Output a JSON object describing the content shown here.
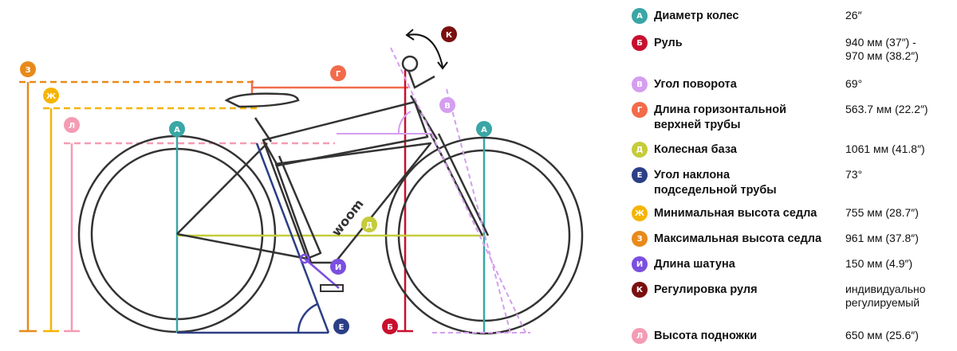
{
  "diagram": {
    "brand": "woom",
    "markers": {
      "A": "А",
      "B": "Б",
      "V": "В",
      "G": "Г",
      "D": "Д",
      "E": "Е",
      "ZH": "Ж",
      "Z": "З",
      "I": "И",
      "K": "К",
      "L": "Л"
    }
  },
  "specs": [
    {
      "letter": "А",
      "color": "#3aa6a6",
      "label": "Диаметр колес",
      "value": "26″"
    },
    {
      "letter": "Б",
      "color": "#c8102e",
      "label": "Руль",
      "value": "940 мм (37″) -\n970 мм (38.2″)"
    },
    {
      "letter": "В",
      "color": "#d59ef0",
      "label": "Угол поворота",
      "value": "69°"
    },
    {
      "letter": "Г",
      "color": "#f26b4b",
      "label": "Длина горизонтальной\nверхней трубы",
      "value": "563.7 мм (22.2″)"
    },
    {
      "letter": "Д",
      "color": "#c5cc3a",
      "label": "Колесная база",
      "value": "1061 мм (41.8″)"
    },
    {
      "letter": "Е",
      "color": "#2b3f87",
      "label": "Угол наклона\nподседельной трубы",
      "value": "73°"
    },
    {
      "letter": "Ж",
      "color": "#f5b400",
      "label": "Минимальная высота седла",
      "value": "755 мм (28.7″)"
    },
    {
      "letter": "З",
      "color": "#e88a1a",
      "label": "Максимальная высота седла",
      "value": "961 мм (37.8″)"
    },
    {
      "letter": "И",
      "color": "#7b4fe0",
      "label": "Длина шатуна",
      "value": "150 мм (4.9″)"
    },
    {
      "letter": "К",
      "color": "#7a1010",
      "label": "Регулировка руля",
      "value": "индивидуально\nрегулируемый"
    },
    {
      "letter": "Л",
      "color": "#f59bb3",
      "label": "Высота подножки",
      "value": "650 мм (25.6″)"
    }
  ]
}
